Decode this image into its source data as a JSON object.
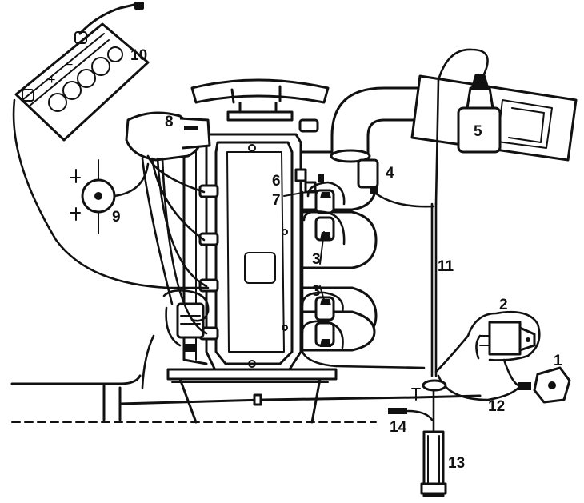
{
  "callouts": {
    "c1": "1",
    "c2": "2",
    "c3a": "3",
    "c3b": "3",
    "c4": "4",
    "c5": "5",
    "c6": "6",
    "c7": "7",
    "c8": "8",
    "c9": "9",
    "c10": "10",
    "c11": "11",
    "c12": "12",
    "c13": "13",
    "c14": "14"
  },
  "battery_marks": {
    "minus": "−",
    "plus": "+"
  }
}
